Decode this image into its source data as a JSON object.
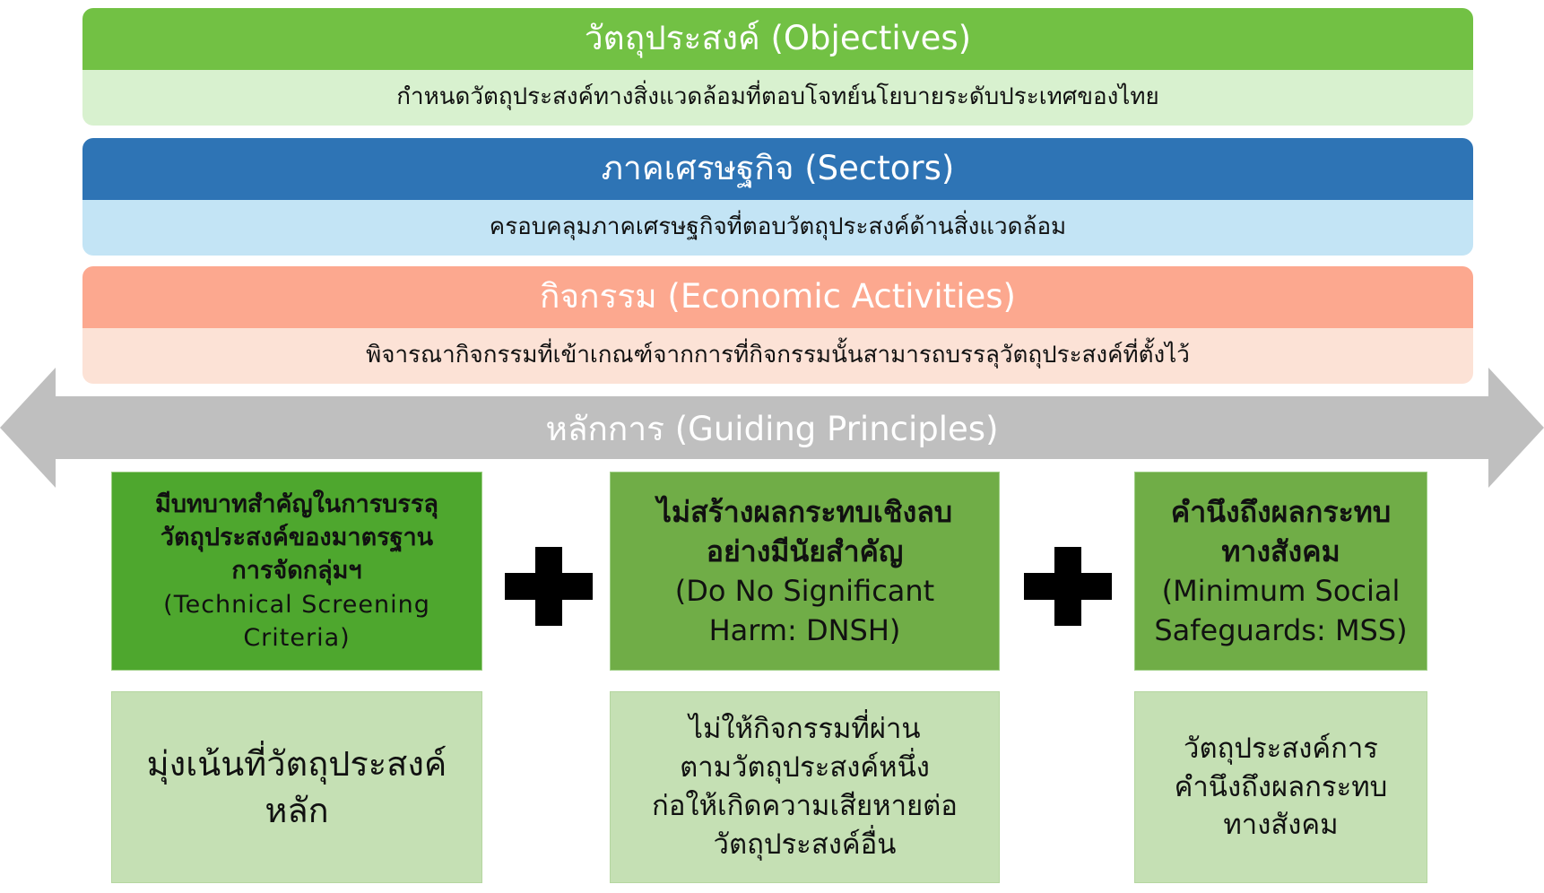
{
  "tiers": [
    {
      "title": "วัตถุประสงค์ (Objectives)",
      "description": "กำหนดวัตถุประสงค์ทางสิ่งแวดล้อมที่ตอบโจทย์นโยบายระดับประเทศของไทย"
    },
    {
      "title": "ภาคเศรษฐกิจ (Sectors)",
      "description": "ครอบคลุมภาคเศรษฐกิจที่ตอบวัตถุประสงค์ด้านสิ่งแวดล้อม"
    },
    {
      "title": "กิจกรรม (Economic Activities)",
      "description": "พิจารณากิจกรรมที่เข้าเกณฑ์จากการที่กิจกรรมนั้นสามารถบรรลุวัตถุประสงค์ที่ตั้งไว้"
    }
  ],
  "principles": {
    "title": "หลักการ (Guiding Principles)",
    "items": [
      {
        "title_lines": [
          "มีบทบาทสำคัญในการบรรลุ",
          "วัตถุประสงค์ของมาตรฐาน",
          "การจัดกลุ่มฯ"
        ],
        "subtitle_lines": [
          "(Technical Screening",
          "Criteria)"
        ],
        "description_lines": [
          "มุ่งเน้นที่วัตถุประสงค์",
          "หลัก"
        ]
      },
      {
        "title_lines": [
          "ไม่สร้างผลกระทบเชิงลบ",
          "อย่างมีนัยสำคัญ"
        ],
        "subtitle_lines": [
          "(Do No Significant",
          "Harm: DNSH)"
        ],
        "description_lines": [
          "ไม่ให้กิจกรรมที่ผ่าน",
          "ตามวัตถุประสงค์หนึ่ง",
          "ก่อให้เกิดความเสียหายต่อ",
          "วัตถุประสงค์อื่น"
        ]
      },
      {
        "title_lines": [
          "คำนึงถึงผลกระทบ",
          "ทางสังคม"
        ],
        "subtitle_lines": [
          "(Minimum Social",
          "Safeguards: MSS)"
        ],
        "description_lines": [
          "วัตถุประสงค์การ",
          "คำนึงถึงผลกระทบ",
          "ทางสังคม"
        ]
      }
    ]
  },
  "colors": {
    "objectives_header": "#72c144",
    "objectives_body": "#d8f1cf",
    "sectors_header": "#2e74b5",
    "sectors_body": "#c3e4f5",
    "activities_header": "#fca88f",
    "activities_body": "#fce2d6",
    "principles_arrow": "#bfbfbf",
    "principle_box_1": "#4ea72e",
    "principle_box_2": "#70ad47",
    "principle_description": "#c5e0b4"
  },
  "icons": {
    "operator": "plus-icon",
    "arrow": "double-arrow"
  }
}
